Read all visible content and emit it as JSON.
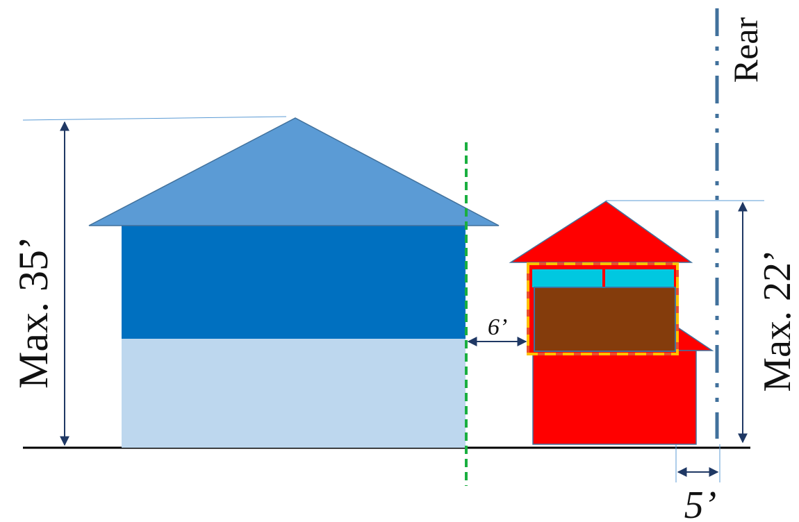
{
  "labels": {
    "main_height": "Max. 35’",
    "adu_height": "Max. 22’",
    "separation": "6’",
    "rear_setback": "5’",
    "rear_line": "Rear"
  },
  "colors": {
    "main_roof": "#5b9bd5",
    "main_upper": "#0070c0",
    "main_lower": "#bdd7ee",
    "adu": "#ff0000",
    "adu_window": "#00c8e0",
    "adu_door": "#843c0c",
    "highlight_dash": "#ffc000",
    "separation_line": "#1aaf40",
    "rear_line": "#41719c",
    "dimension": "#1f3864",
    "ground": "#000000"
  }
}
